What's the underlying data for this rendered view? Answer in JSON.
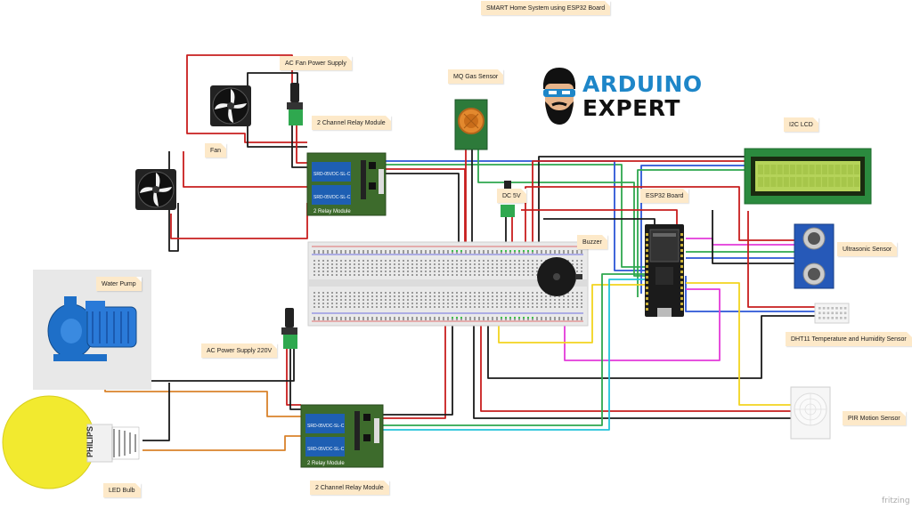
{
  "title": "SMART Home System using ESP32 Board",
  "logo": {
    "line1": "ARDUINO",
    "line2": "EXPERT"
  },
  "labels": {
    "ac_fan_power": "AC Fan Power Supply",
    "relay_top": "2 Channel Relay Module",
    "fan": "Fan",
    "mq_gas": "MQ  Gas  Sensor",
    "i2c_lcd": "I2C  LCD",
    "esp32": "ESP32 Board",
    "dc5v": "DC 5V",
    "buzzer": "Buzzer",
    "ultrasonic": "Ultrasonic Sensor",
    "water_pump": "Water Pump",
    "ac_power": "AC Power Supply 220V",
    "dht11": "DHT11 Temperature and Humidity Sensor",
    "pir": "PIR  Motion  Sensor",
    "led_bulb": "LED Bulb",
    "relay_bottom": "2 Channel Relay Module"
  },
  "relay_board_text": "2 Relay Module",
  "relay_chip_text": "SRD-05VDC-SL-C",
  "bulb_brand": "PHILIPS",
  "watermark": "fritzing",
  "colors": {
    "red": "#c81e1e",
    "black": "#1a1a1a",
    "green": "#2fa84f",
    "blue": "#2b55d6",
    "yellow": "#f2d41f",
    "magenta": "#e33ad9",
    "orange": "#d9822b",
    "cyan": "#23c4d9",
    "relay_board": "#3d6b2c",
    "lcd_screen": "#b5d35a",
    "note_bg": "#fde9c9"
  }
}
